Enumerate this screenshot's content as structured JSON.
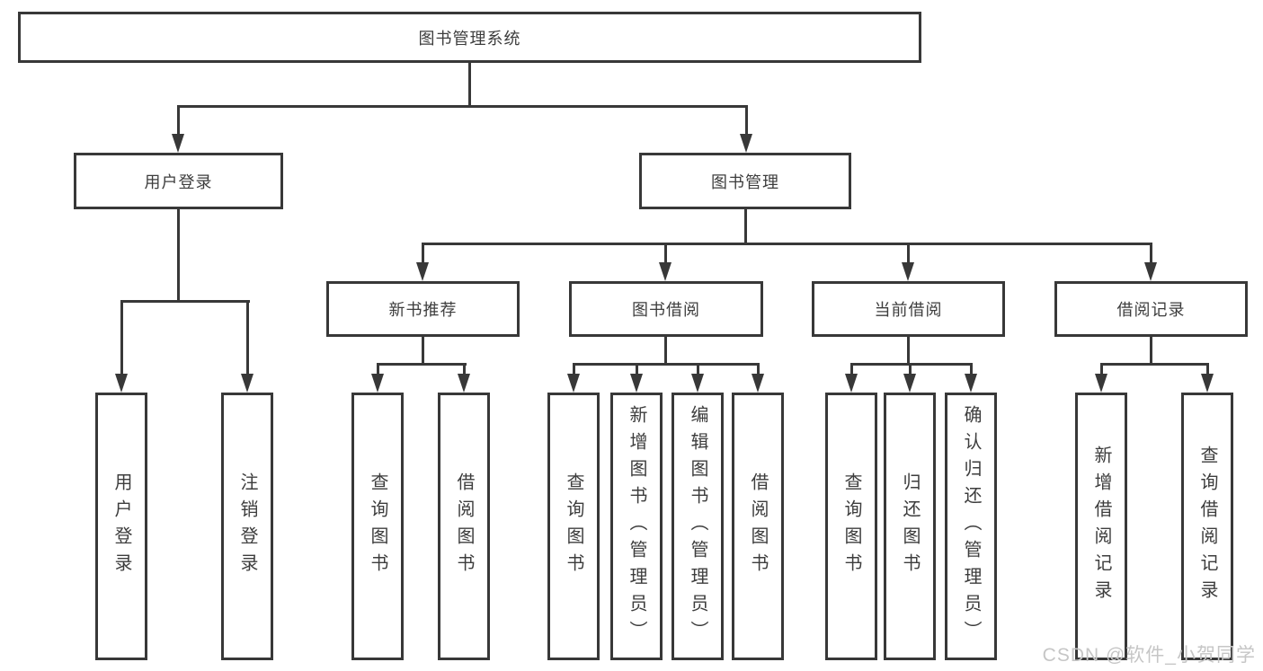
{
  "diagram": {
    "title": "图书管理系统",
    "root": {
      "label": "图书管理系统"
    },
    "level2": [
      {
        "label": "用户登录"
      },
      {
        "label": "图书管理"
      }
    ],
    "level3": [
      {
        "label": "新书推荐"
      },
      {
        "label": "图书借阅"
      },
      {
        "label": "当前借阅"
      },
      {
        "label": "借阅记录"
      }
    ],
    "leaves": [
      {
        "label": "用户登录",
        "parent": "用户登录"
      },
      {
        "label": "注销登录",
        "parent": "用户登录"
      },
      {
        "label": "查询图书",
        "parent": "新书推荐"
      },
      {
        "label": "借阅图书",
        "parent": "新书推荐"
      },
      {
        "label": "查询图书",
        "parent": "图书借阅"
      },
      {
        "label": "新增图书（管理员）",
        "parent": "图书借阅"
      },
      {
        "label": "编辑图书（管理员）",
        "parent": "图书借阅"
      },
      {
        "label": "借阅图书",
        "parent": "图书借阅"
      },
      {
        "label": "查询图书",
        "parent": "当前借阅"
      },
      {
        "label": "归还图书",
        "parent": "当前借阅"
      },
      {
        "label": "确认归还（管理员）",
        "parent": "当前借阅"
      },
      {
        "label": "新增借阅记录",
        "parent": "借阅记录"
      },
      {
        "label": "查询借阅记录",
        "parent": "借阅记录"
      }
    ]
  },
  "watermark": {
    "text": "CSDN @软件_小贺同学"
  },
  "colors": {
    "line": "#383838",
    "text": "#3d3d3d",
    "watermark": "#c6c6c6",
    "background": "#ffffff"
  }
}
